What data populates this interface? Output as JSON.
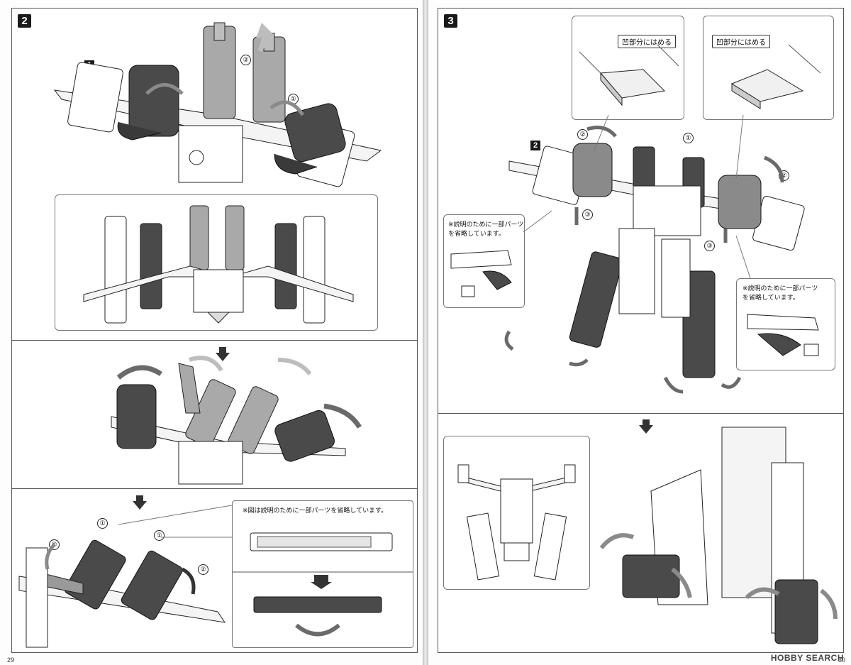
{
  "left_page": {
    "step_number": "2",
    "ref_label": "1",
    "markers": [
      "①",
      "②",
      "①"
    ],
    "row4_markers": [
      "②",
      "①",
      "①",
      "②"
    ],
    "note": "※図は説明のために一部パーツを省略しています。",
    "page_number": "29"
  },
  "right_page": {
    "step_number": "3",
    "ref_label": "2",
    "tag1": "凹部分にはめる",
    "tag2": "凹部分にはめる",
    "note_left_1": "※説明のために一部パーツ",
    "note_left_2": "を省略しています。",
    "note_right_1": "※説明のために一部パーツ",
    "note_right_2": "を省略しています。",
    "markers": [
      "②",
      "①",
      "②",
      "③",
      "③"
    ],
    "page_number": "30"
  },
  "watermark": {
    "brand": "HOBBY",
    "brand2": "SEARCH"
  },
  "colors": {
    "dark_part": "#4a4a4a",
    "mid_part": "#9a9a9a",
    "arrow": "#8a8a8a",
    "line": "#222222"
  },
  "icons": [
    "step-badge",
    "down-arrow-icon",
    "rotate-arrow-icon"
  ]
}
